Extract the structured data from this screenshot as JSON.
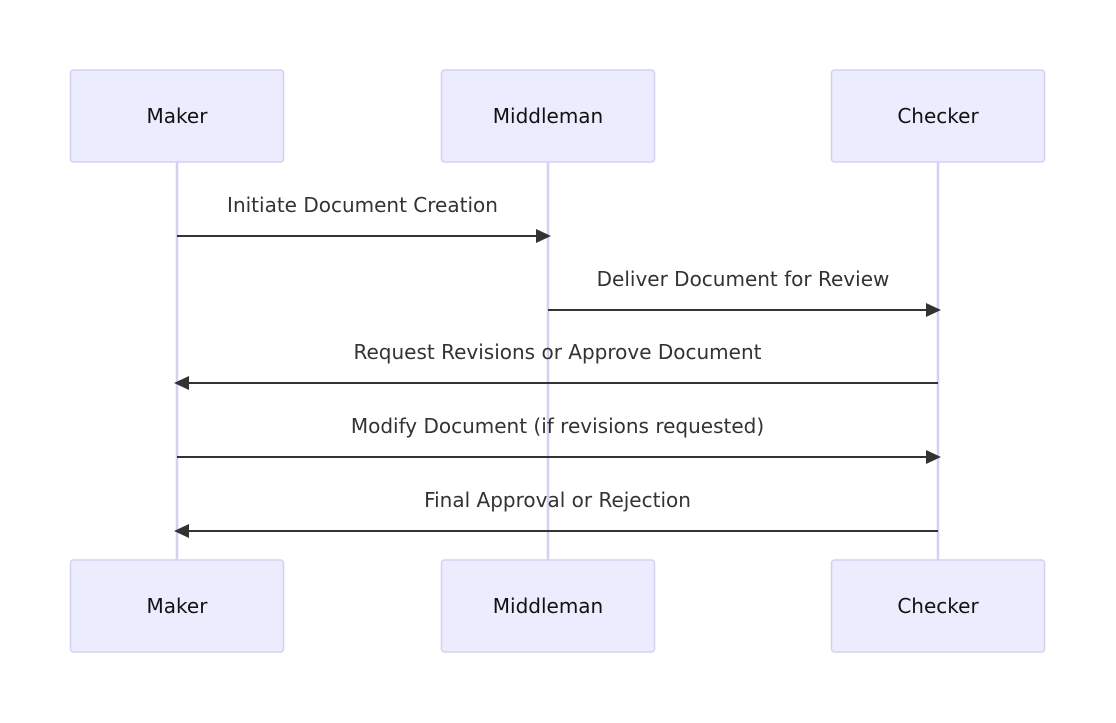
{
  "diagram": {
    "type": "sequence",
    "participants": [
      {
        "id": "maker",
        "label": "Maker"
      },
      {
        "id": "middleman",
        "label": "Middleman"
      },
      {
        "id": "checker",
        "label": "Checker"
      }
    ],
    "messages": [
      {
        "from": "maker",
        "to": "middleman",
        "label": "Initiate Document Creation"
      },
      {
        "from": "middleman",
        "to": "checker",
        "label": "Deliver Document for Review"
      },
      {
        "from": "checker",
        "to": "maker",
        "label": "Request Revisions or Approve Document"
      },
      {
        "from": "maker",
        "to": "checker",
        "label": "Modify Document (if revisions requested)"
      },
      {
        "from": "checker",
        "to": "maker",
        "label": "Final Approval or Rejection"
      }
    ]
  }
}
